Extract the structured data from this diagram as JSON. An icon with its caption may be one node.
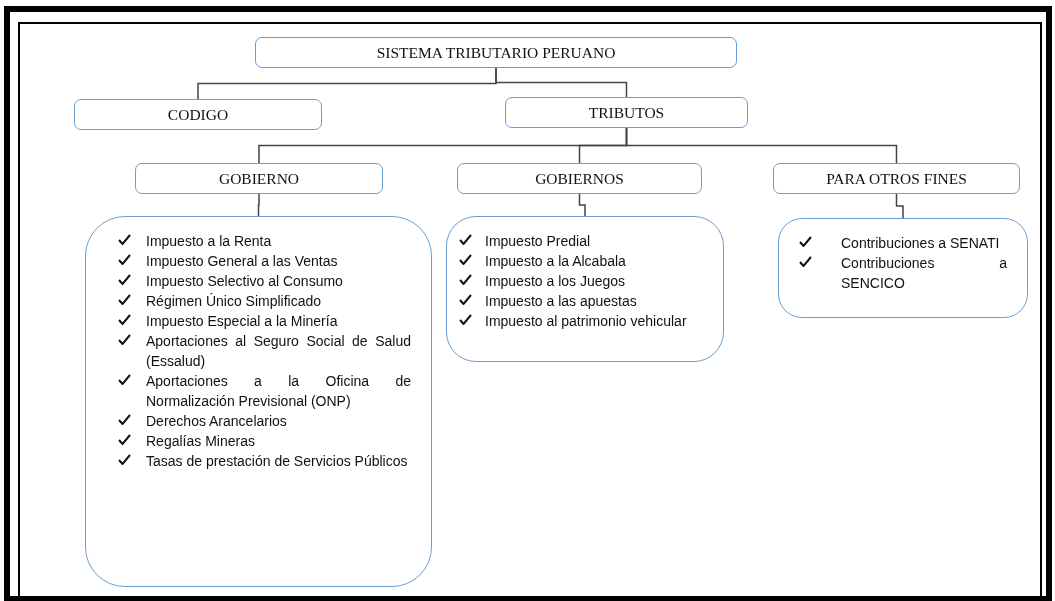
{
  "diagram": {
    "nodes": [
      {
        "text": [
          "SISTEMA TRIBUTARIO PERUANO"
        ]
      },
      {
        "text": [
          "CODIGO"
        ]
      },
      {
        "text": [
          "TRIBUTOS"
        ]
      },
      {
        "text": [
          "GOBIERNO"
        ]
      },
      {
        "text": [
          "GOBIERNOS"
        ]
      },
      {
        "text": [
          "PARA OTROS FINES"
        ]
      },
      {
        "text": [
          "Impuesto a la Renta",
          "Impuesto General a las Ventas",
          "Impuesto Selectivo al Consumo",
          "Régimen Único Simplificado",
          "Impuesto Especial a la Minería",
          "Aportaciones al Seguro Social de Salud (Essalud)",
          "Aportaciones a la Oficina de Normalización Previsional (ONP)",
          "Derechos Arancelarios",
          "Regalías Mineras",
          "Tasas de prestación de Servicios Públicos"
        ]
      },
      {
        "text": [
          "Impuesto Predial",
          "Impuesto a la Alcabala",
          "Impuesto a los Juegos",
          "Impuesto a las apuestas",
          "Impuesto al patrimonio vehicular"
        ]
      },
      {
        "text": [
          "Contribuciones a SENATI",
          "Contribuciones a SENCICO"
        ]
      }
    ],
    "edges": [
      {
        "from": 0,
        "to": 1,
        "arrow": "none"
      },
      {
        "from": 0,
        "to": 2,
        "arrow": "none"
      },
      {
        "from": 2,
        "to": 3,
        "arrow": "none"
      },
      {
        "from": 2,
        "to": 4,
        "arrow": "none"
      },
      {
        "from": 2,
        "to": 5,
        "arrow": "none"
      },
      {
        "from": 3,
        "to": 6,
        "arrow": "none"
      },
      {
        "from": 4,
        "to": 7,
        "arrow": "none"
      },
      {
        "from": 5,
        "to": 8,
        "arrow": "none"
      }
    ]
  }
}
